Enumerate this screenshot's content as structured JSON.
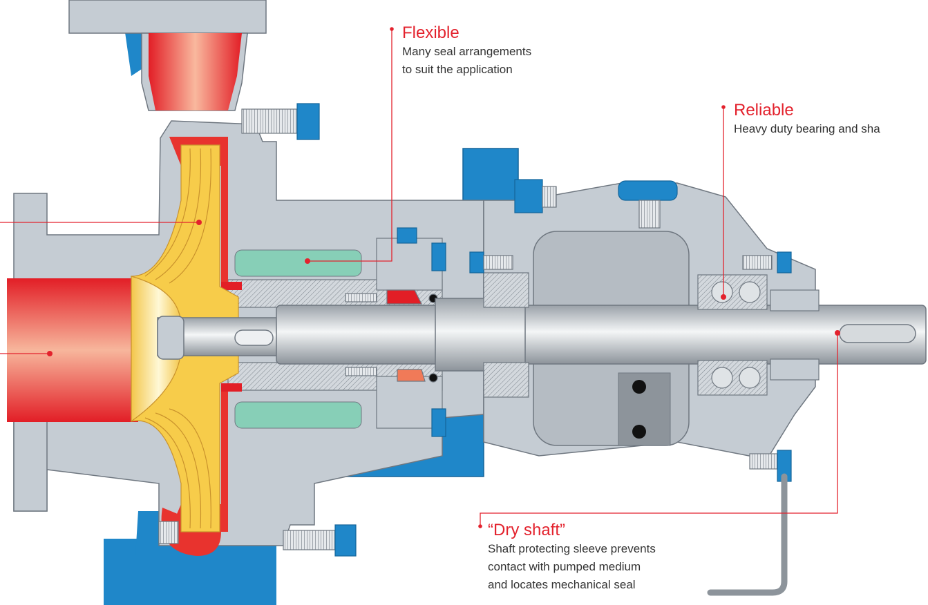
{
  "colors": {
    "accent_red": "#e3222d",
    "casing_grey": "#c5ccd3",
    "outline": "#6f7780",
    "flow_red": "#e8332e",
    "impeller_yellow": "#f7cc4a",
    "frame_blue": "#1f87c9",
    "seal_green": "#87cfb7",
    "text": "#333333"
  },
  "callouts": {
    "flexible": {
      "title": "Flexible",
      "line1": "Many seal arrangements",
      "line2": "to suit the application"
    },
    "reliable": {
      "title": "Reliable",
      "line1": "Heavy duty bearing and sha"
    },
    "dry_shaft": {
      "title": "“Dry shaft”",
      "line1": "Shaft protecting sleeve prevents",
      "line2": "contact with pumped medium",
      "line3": "and locates mechanical seal"
    }
  }
}
